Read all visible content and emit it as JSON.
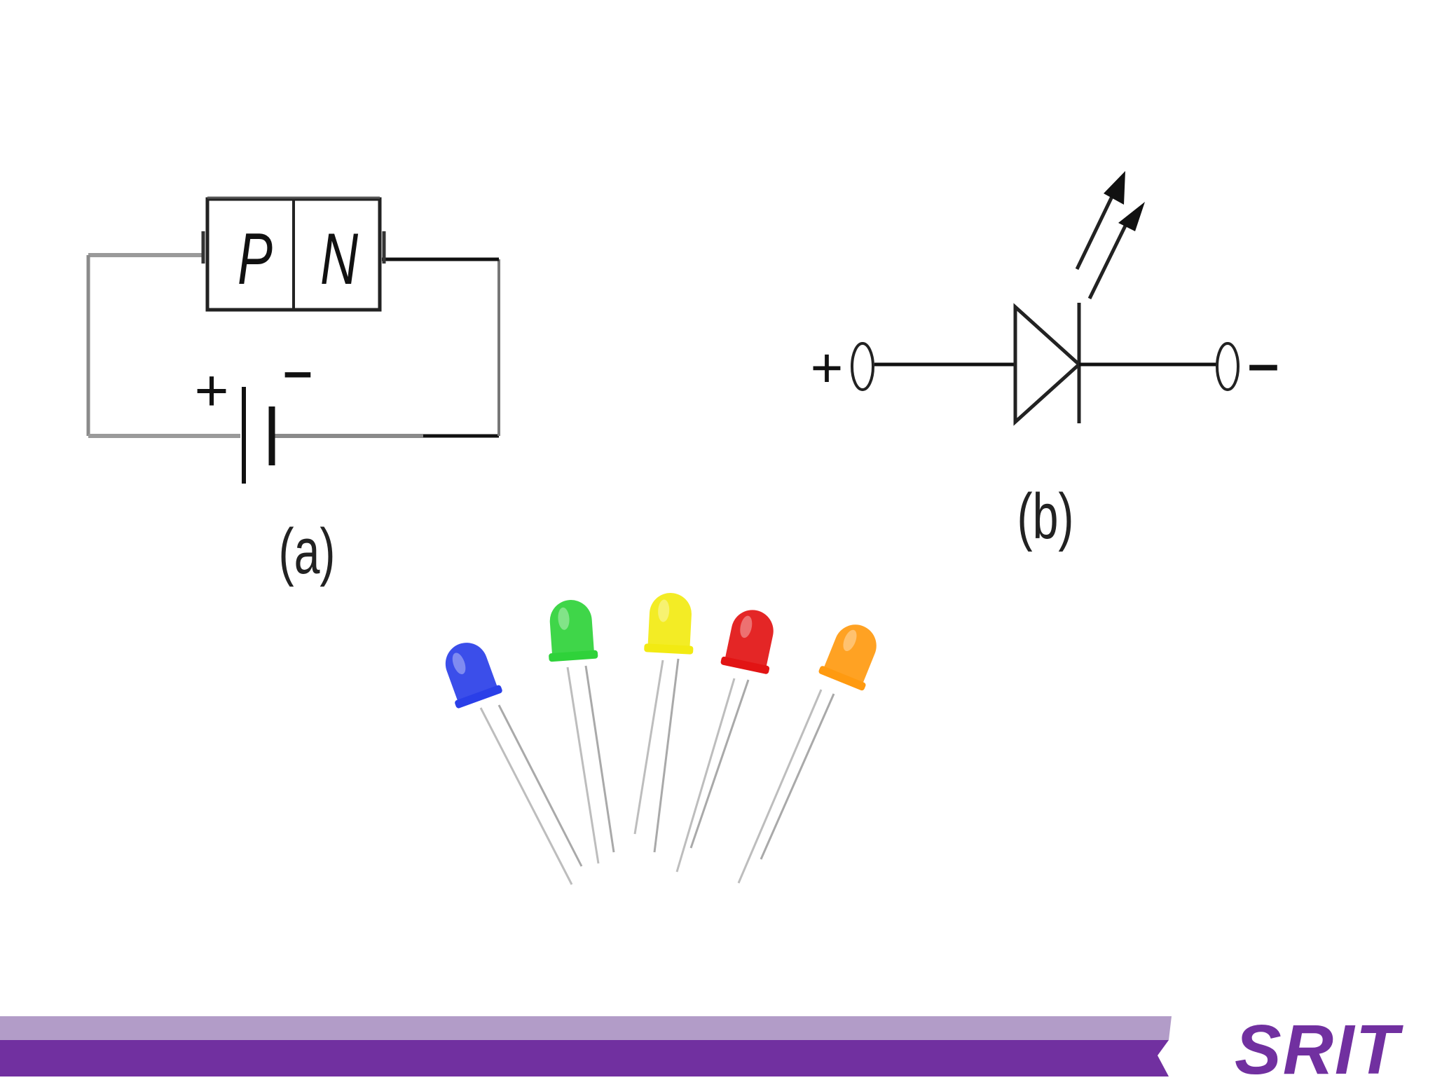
{
  "diagram_a": {
    "p_label": "P",
    "n_label": "N",
    "plus_sign": "+",
    "minus_sign": "–",
    "caption": "(a)"
  },
  "diagram_b": {
    "plus_sign": "+",
    "minus_sign": "–",
    "caption": "(b)"
  },
  "leds": [
    {
      "color": "#2a3fe8",
      "name": "blue"
    },
    {
      "color": "#2fd23a",
      "name": "green"
    },
    {
      "color": "#f2ea12",
      "name": "yellow"
    },
    {
      "color": "#e21414",
      "name": "red"
    },
    {
      "color": "#ff9a10",
      "name": "orange"
    }
  ],
  "footer": {
    "logo_text": "SRIT",
    "brand_color": "#7130a0",
    "band_color": "#b29cc8"
  }
}
